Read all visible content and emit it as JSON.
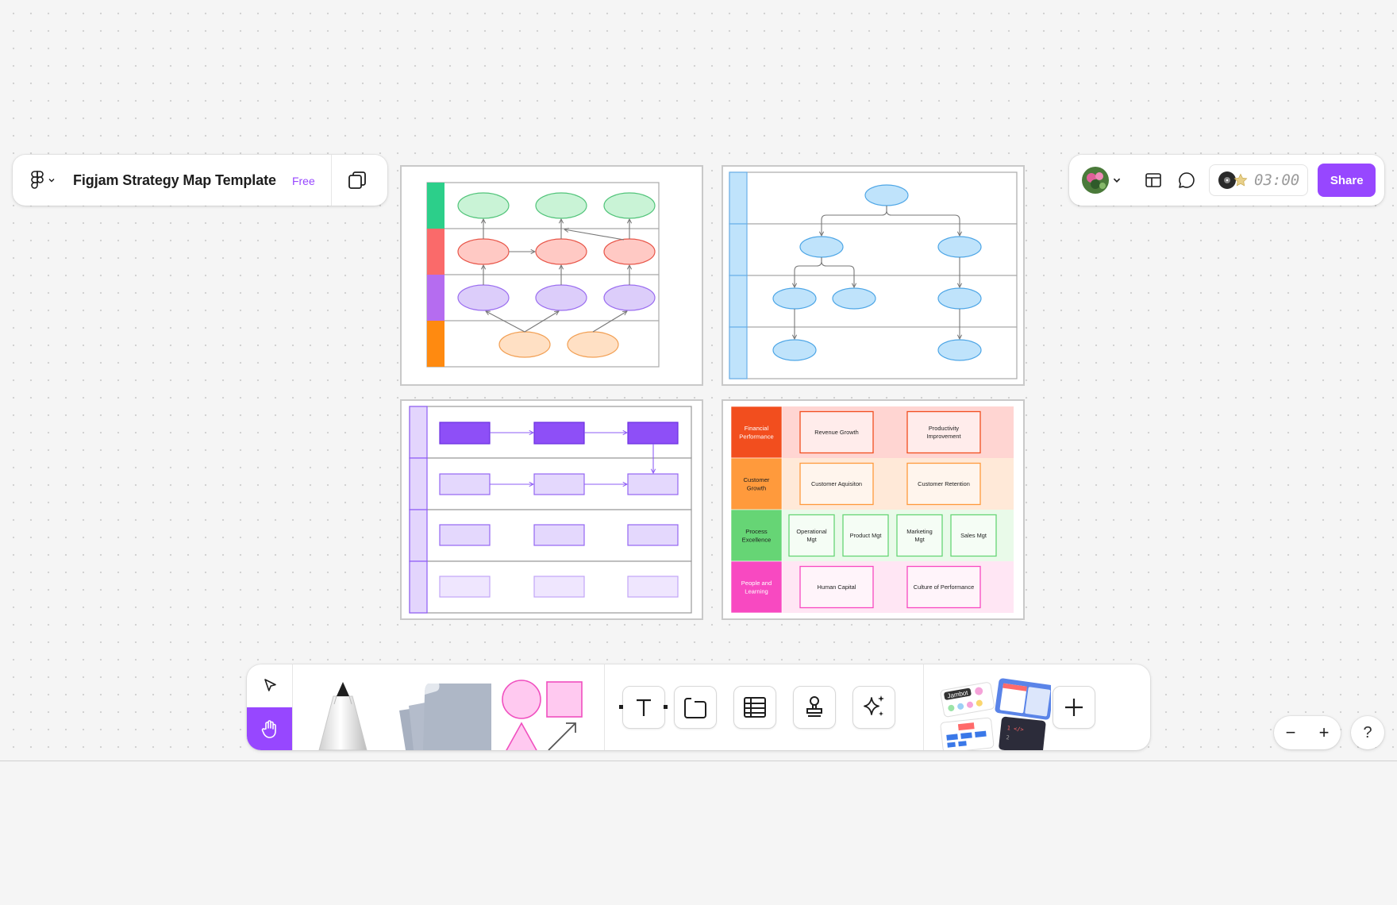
{
  "file": {
    "title": "Figjam Strategy Map Template",
    "plan_badge": "Free"
  },
  "header_right": {
    "timer": "03:00",
    "share_label": "Share"
  },
  "colors": {
    "accent": "#9747ff",
    "canvas": "#f5f5f5"
  },
  "strategy_map": {
    "rows": [
      {
        "label_line1": "Financial",
        "label_line2": "Performance",
        "color": "#f24e1e",
        "bg": "#ffd5d2",
        "boxes": [
          {
            "line1": "Revenue Growth",
            "line2": ""
          },
          {
            "line1": "Productivity",
            "line2": "Improvement"
          }
        ]
      },
      {
        "label_line1": "Customer",
        "label_line2": "Growth",
        "color": "#ff9a3c",
        "bg": "#ffe9d8",
        "boxes": [
          {
            "line1": "Customer Aquisiton",
            "line2": ""
          },
          {
            "line1": "Customer Retention",
            "line2": ""
          }
        ]
      },
      {
        "label_line1": "Process",
        "label_line2": "Excellence",
        "color": "#66d575",
        "bg": "#e9fae9",
        "boxes": [
          {
            "line1": "Operational",
            "line2": "Mgt"
          },
          {
            "line1": "Product Mgt",
            "line2": ""
          },
          {
            "line1": "Marketing",
            "line2": "Mgt"
          },
          {
            "line1": "Sales Mgt",
            "line2": ""
          }
        ]
      },
      {
        "label_line1": "People and",
        "label_line2": "Learning",
        "color": "#f849c1",
        "bg": "#ffe6f4",
        "boxes": [
          {
            "line1": "Human Capital",
            "line2": ""
          },
          {
            "line1": "Culture of Performance",
            "line2": ""
          }
        ]
      }
    ]
  },
  "widgets": {
    "jambot_label": "Jambot"
  },
  "toolbar_icons": [
    "cursor-icon",
    "hand-icon",
    "marker-icon",
    "sticky-note-icon",
    "shapes-icon",
    "text-icon",
    "section-icon",
    "table-icon",
    "stamp-icon",
    "ai-sparkle-icon",
    "widgets-icon",
    "plus-icon"
  ],
  "zoom": {
    "minus": "−",
    "plus": "+",
    "help": "?"
  }
}
